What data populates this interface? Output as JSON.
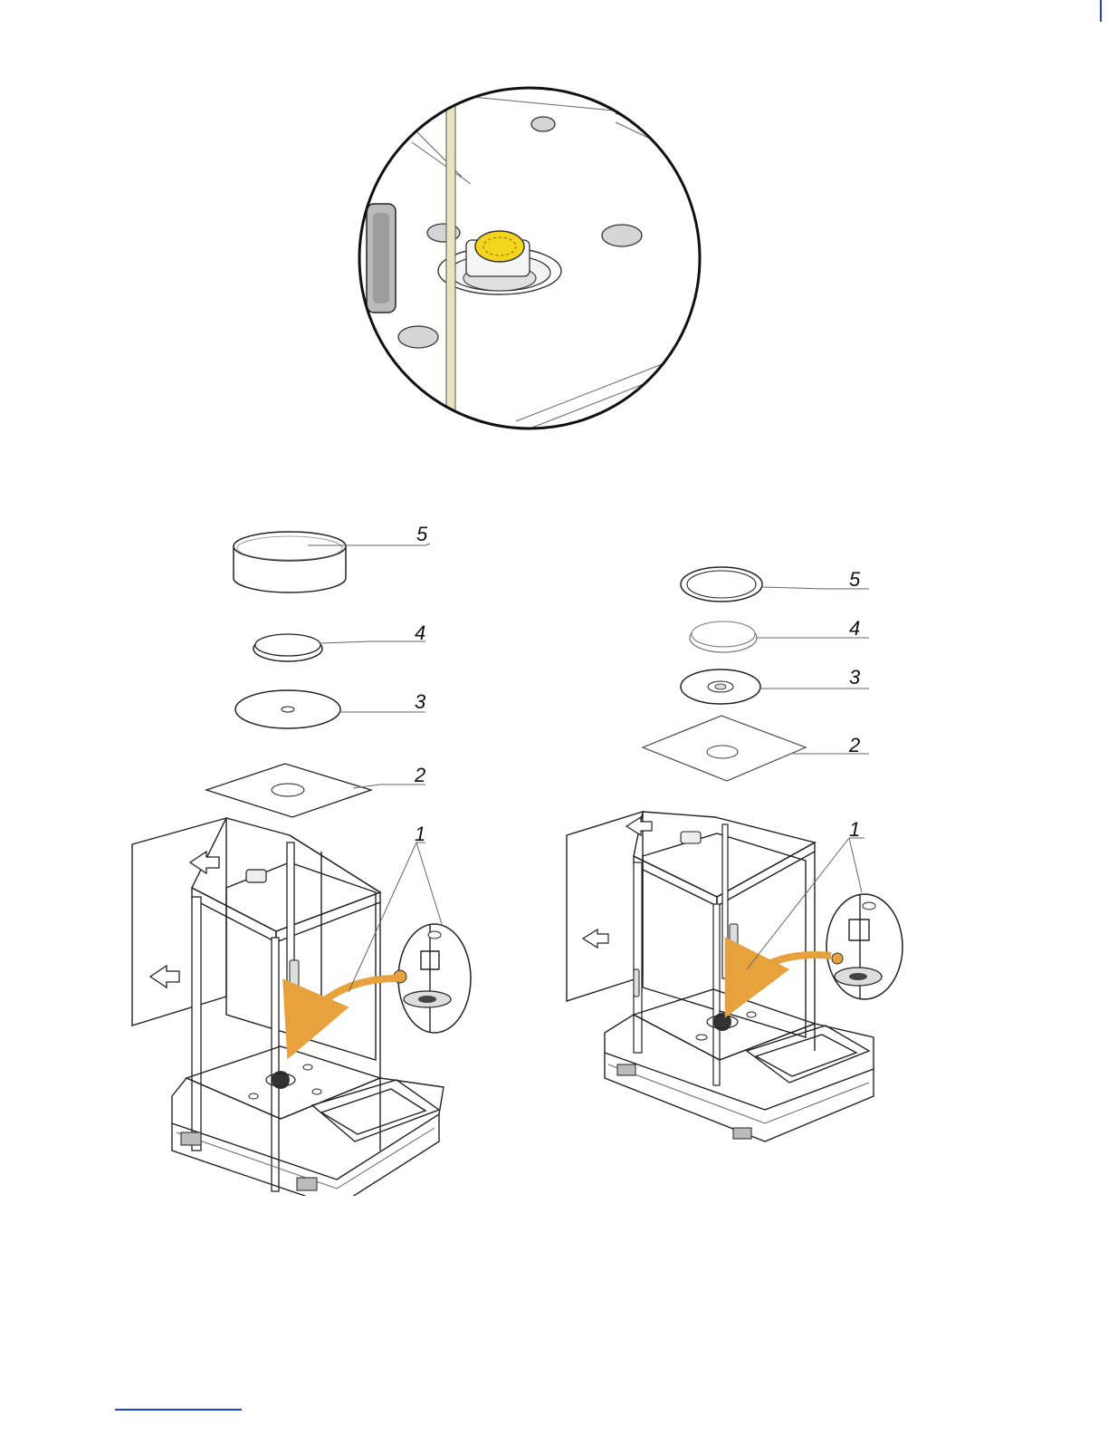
{
  "colors": {
    "accent": "#e7a13d",
    "knob": "#f2d51c",
    "rule": "#1e3fd0"
  },
  "icons": [
    "arrow-left-icon",
    "arc-arrow-icon"
  ],
  "left_figure": {
    "callouts": {
      "c1": "1",
      "c2": "2",
      "c3": "3",
      "c4": "4",
      "c5": "5"
    }
  },
  "right_figure": {
    "callouts": {
      "c1": "1",
      "c2": "2",
      "c3": "3",
      "c4": "4",
      "c5": "5"
    }
  }
}
